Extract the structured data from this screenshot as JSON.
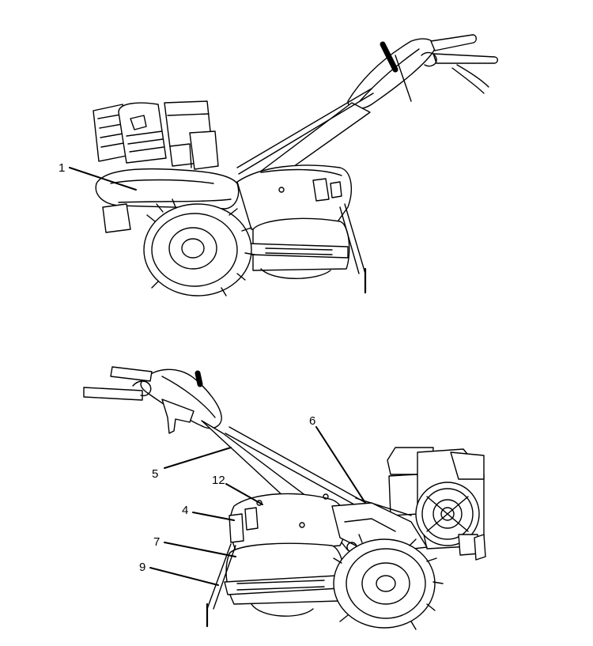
{
  "callouts": {
    "c1": "1",
    "c4": "4",
    "c5": "5",
    "c6": "6",
    "c7": "7",
    "c9": "9",
    "c12": "12"
  },
  "colors": {
    "line": "#000000",
    "background": "#ffffff"
  }
}
